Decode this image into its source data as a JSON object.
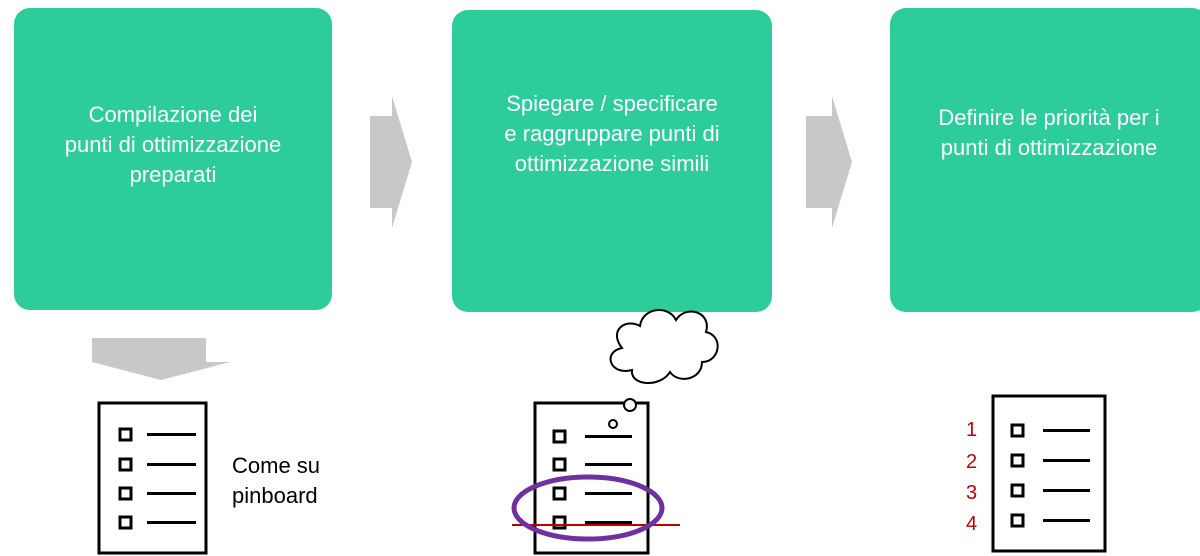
{
  "colors": {
    "box": "#2ccd9b",
    "arrow": "#c8c8c8",
    "ellipse": "#7030a0",
    "strike": "#c00000",
    "numbers": "#c00000"
  },
  "steps": [
    {
      "label": "Compilazione dei\npunti di ottimizzazione\npreparati"
    },
    {
      "label": "Spiegare / specificare\ne raggruppare punti di\nottimizzazione simili"
    },
    {
      "label": "Definire le priorità per i\npunti di ottimizzazione"
    }
  ],
  "caption": "Come su\npinboard",
  "priority_numbers": [
    "1",
    "2",
    "3",
    "4"
  ],
  "icons": {
    "arrow_right": "right-arrow-icon",
    "arrow_down": "down-arrow-icon",
    "checklist": "checklist-icon",
    "thought_cloud": "thought-cloud-icon",
    "highlight": "ellipse-highlight-icon",
    "strikethrough": "strikethrough-line-icon"
  }
}
